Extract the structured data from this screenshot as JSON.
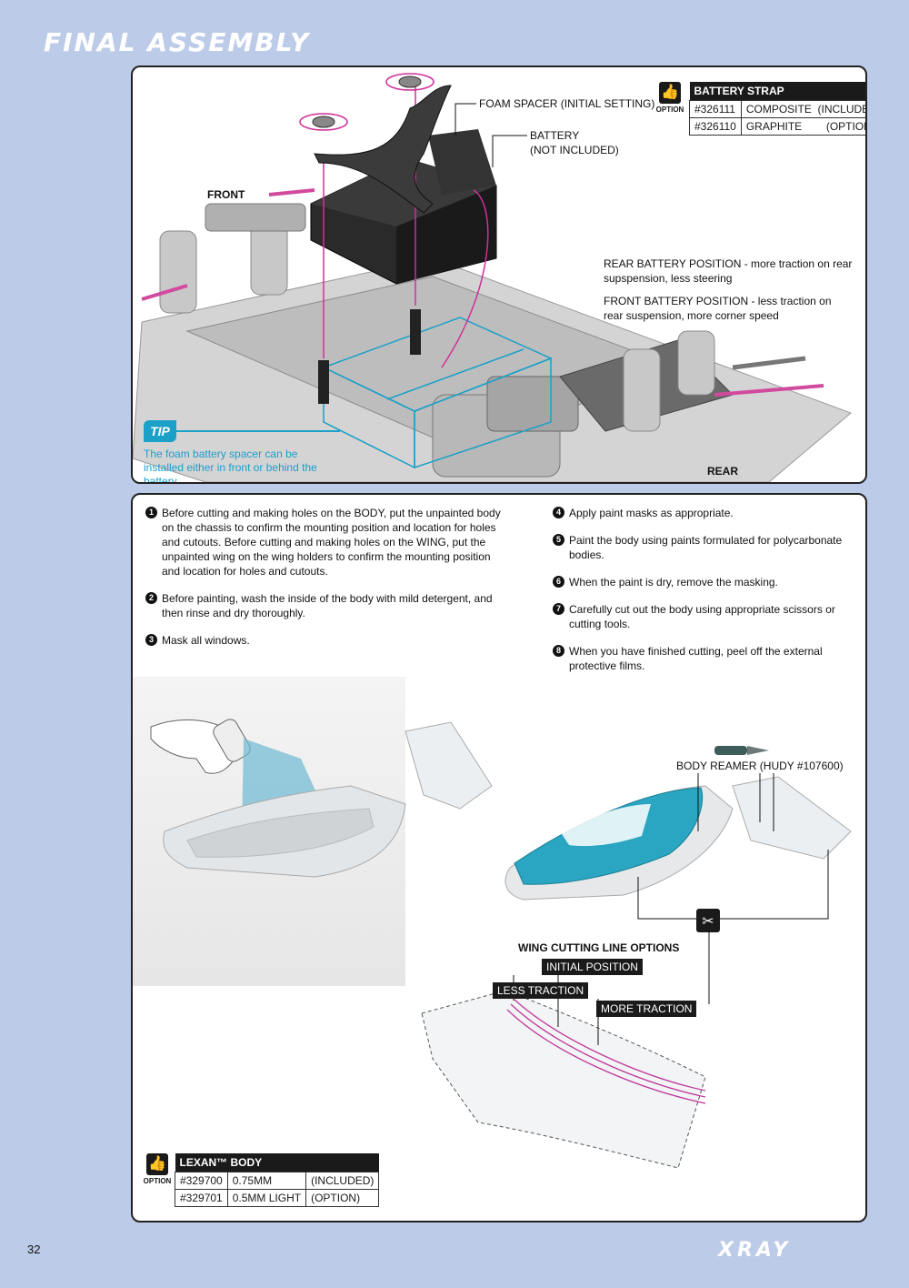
{
  "page_title": "FINAL ASSEMBLY",
  "page_number": "32",
  "logo_text": "XRAY",
  "top": {
    "front_label": "FRONT",
    "rear_label": "REAR",
    "foam_spacer_label": "FOAM SPACER (INITIAL SETTING)",
    "battery_label_1": "BATTERY",
    "battery_label_2": "(NOT INCLUDED)",
    "option_badge": "OPTION",
    "battery_strap": {
      "title": "BATTERY STRAP",
      "rows": [
        {
          "part": "#326111",
          "desc": "COMPOSITE  (INCLUDED)"
        },
        {
          "part": "#326110",
          "desc": "GRAPHITE        (OPTION)"
        }
      ]
    },
    "rear_position_text": "REAR BATTERY POSITION - more traction on rear supspension, less steering",
    "front_position_text": "FRONT BATTERY POSITION -  less traction on rear suspension, more corner speed",
    "tip_badge": "TIP",
    "tip_text": "The foam battery spacer can be installed either in front or behind the battery."
  },
  "steps_left": [
    {
      "num": "1",
      "text": "Before cutting and making holes on the BODY, put the unpainted body on the chassis to confirm the mounting position and location for holes and cutouts. Before cutting and making holes on the WING, put the unpainted wing on the wing holders to confirm the mounting position and location for holes and cutouts."
    },
    {
      "num": "2",
      "text": "Before painting, wash the inside of the body with mild detergent, and then rinse and dry thoroughly."
    },
    {
      "num": "3",
      "text": "Mask all windows."
    }
  ],
  "steps_right": [
    {
      "num": "4",
      "text": "Apply paint masks as appropriate."
    },
    {
      "num": "5",
      "text": "Paint the body using paints formulated for polycarbonate bodies."
    },
    {
      "num": "6",
      "text": "When the paint is dry, remove the masking."
    },
    {
      "num": "7",
      "text": "Carefully cut out the body using appropriate scissors or cutting tools."
    },
    {
      "num": "8",
      "text": "When you have finished cutting, peel off the external protective films."
    }
  ],
  "bottom": {
    "body_reamer_label": "BODY REAMER (HUDY #107600)",
    "wing_cutting_title": "WING CUTTING LINE OPTIONS",
    "initial_position": "INITIAL POSITION",
    "less_traction": "LESS TRACTION",
    "more_traction": "MORE TRACTION",
    "option_badge": "OPTION",
    "lexan_body": {
      "title": "LEXAN™  BODY",
      "rows": [
        {
          "part": "#329700",
          "desc": "0.75MM",
          "status": "(INCLUDED)"
        },
        {
          "part": "#329701",
          "desc": "0.5MM LIGHT",
          "status": "(OPTION)"
        }
      ]
    }
  },
  "colors": {
    "background": "#bccbe8",
    "tip_blue": "#1ba0c8",
    "guide_magenta": "#d0309a",
    "body_teal": "#2aa6c2"
  }
}
